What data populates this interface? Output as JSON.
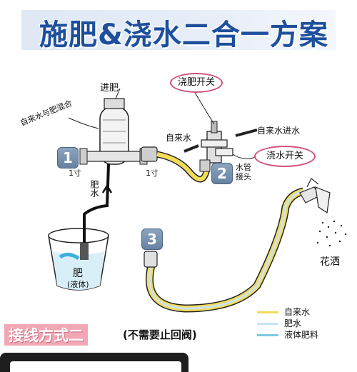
{
  "title": "施肥&浇水二合一方案",
  "labels": {
    "mix": "自来水与肥混合",
    "fert_in": "进肥",
    "thread_left": "1寸",
    "thread_right": "1寸",
    "fert_up": "肥水",
    "tap": "自来水",
    "fert_switch": "浇肥开关",
    "tap_inlet": "自来水进水",
    "water_switch": "浇水开关",
    "hose_joint": "水管接头",
    "fertilizer": "肥",
    "fertilizer_liquid": "(液体)",
    "sprinkler": "花洒"
  },
  "badges": [
    "1",
    "2",
    "3"
  ],
  "legend": [
    {
      "label": "自来水",
      "color": "#f3dc5a"
    },
    {
      "label": "肥水",
      "color": "#c9e3f3"
    },
    {
      "label": "液体肥料",
      "color": "#7ec8e3"
    }
  ],
  "footer": {
    "title": "接线方式二",
    "subtitle": "(不需要止回阀)"
  }
}
